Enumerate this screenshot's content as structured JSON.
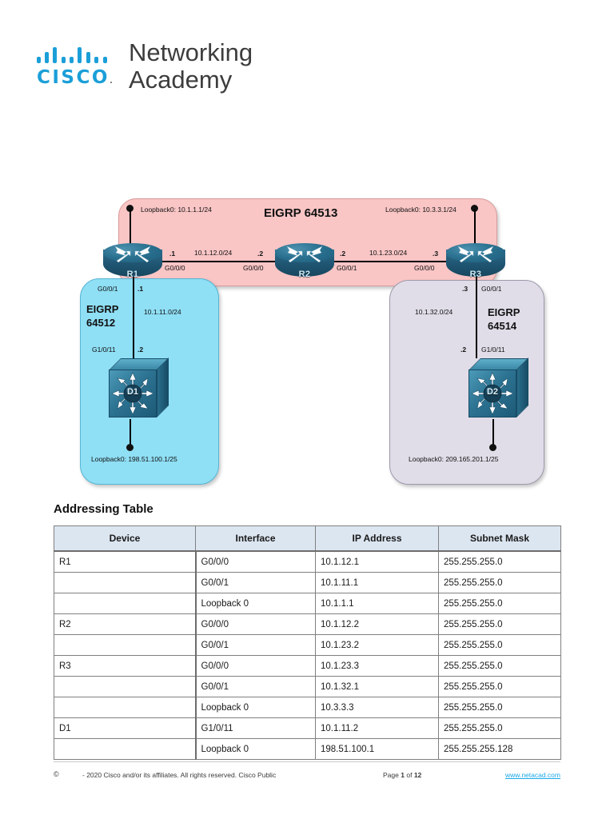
{
  "logo": {
    "brand": "CISCO",
    "tm": ".",
    "wordmark": "Networking\nAcademy",
    "bars_icon": "cisco-bars-icon"
  },
  "topology": {
    "zones": {
      "pink": {
        "label": "EIGRP 64513",
        "color": "#f9c5c5"
      },
      "blue": {
        "label": "EIGRP\n64512",
        "color": "#8fdff5"
      },
      "purple": {
        "label": "EIGRP\n64514",
        "color": "#e0dde8"
      }
    },
    "devices": {
      "r1": "R1",
      "r2": "R2",
      "r3": "R3",
      "d1": "D1",
      "d2": "D2"
    },
    "labels": {
      "r1_loopback": "Loopback0: 10.1.1.1/24",
      "r3_loopback": "Loopback0: 10.3.3.1/24",
      "d1_loopback": "Loopback0: 198.51.100.1/25",
      "d2_loopback": "Loopback0: 209.165.201.1/25",
      "net_r1_r2": "10.1.12.0/24",
      "net_r2_r3": "10.1.23.0/24",
      "net_r1_d1": "10.1.11.0/24",
      "net_r3_d2": "10.1.32.0/24",
      "r1_ip_g000": ".1",
      "r2_ip_g000": ".2",
      "r2_ip_g001": ".2",
      "r3_ip_g000": ".3",
      "r1_ip_g001": ".1",
      "d1_ip_g1011": ".2",
      "r3_ip_g001": ".3",
      "d2_ip_g1011": ".2",
      "r1_int_g000": "G0/0/0",
      "r2_int_g000": "G0/0/0",
      "r2_int_g001": "G0/0/1",
      "r3_int_g000": "G0/0/0",
      "r1_int_g001": "G0/0/1",
      "d1_int_g1011": "G1/0/11",
      "r3_int_g001": "G0/0/1",
      "d2_int_g1011": "G1/0/11"
    }
  },
  "table": {
    "title": "Addressing Table",
    "headers": [
      "Device",
      "Interface",
      "IP Address",
      "Subnet Mask"
    ],
    "rows": [
      {
        "device": "R1",
        "interface": "G0/0/0",
        "ip": "10.1.12.1",
        "mask": "255.255.255.0",
        "group_start": true
      },
      {
        "device": "",
        "interface": "G0/0/1",
        "ip": "10.1.11.1",
        "mask": "255.255.255.0",
        "group_start": false
      },
      {
        "device": "",
        "interface": "Loopback 0",
        "ip": "10.1.1.1",
        "mask": "255.255.255.0",
        "group_start": false
      },
      {
        "device": "R2",
        "interface": "G0/0/0",
        "ip": "10.1.12.2",
        "mask": "255.255.255.0",
        "group_start": true
      },
      {
        "device": "",
        "interface": "G0/0/1",
        "ip": "10.1.23.2",
        "mask": "255.255.255.0",
        "group_start": false
      },
      {
        "device": "R3",
        "interface": "G0/0/0",
        "ip": "10.1.23.3",
        "mask": "255.255.255.0",
        "group_start": true
      },
      {
        "device": "",
        "interface": "G0/0/1",
        "ip": "10.1.32.1",
        "mask": "255.255.255.0",
        "group_start": false
      },
      {
        "device": "",
        "interface": "Loopback 0",
        "ip": "10.3.3.3",
        "mask": "255.255.255.0",
        "group_start": false
      },
      {
        "device": "D1",
        "interface": "G1/0/11",
        "ip": "10.1.11.2",
        "mask": "255.255.255.0",
        "group_start": true
      },
      {
        "device": "",
        "interface": "Loopback 0",
        "ip": "198.51.100.1",
        "mask": "255.255.255.128",
        "group_start": false
      }
    ]
  },
  "footer": {
    "copyright_symbol": "©",
    "text": "- 2020 Cisco and/or its affiliates. All rights reserved. Cisco Public",
    "page_prefix": "Page",
    "page_number": "1",
    "page_of": "of",
    "page_total": "12",
    "link": "www.netacad.com"
  }
}
